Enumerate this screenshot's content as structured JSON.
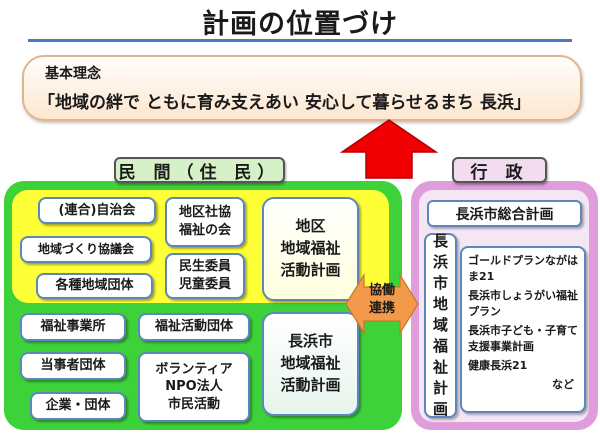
{
  "title": "計画の位置づけ",
  "vision": {
    "label": "基本理念",
    "text": "「地域の絆で ともに育み支えあい 安心して暮らせるまち 長浜」"
  },
  "sections": {
    "private": "民 間（住 民）",
    "admin": "行 政"
  },
  "private_orgs": {
    "jichikai": "(連合)自治会",
    "chiku_line1": "地区社協",
    "chiku_line2": "福祉の会",
    "chiikizukuri": "地域づくり協議会",
    "kakushu": "各種地域団体",
    "minsei_line1": "民生委員",
    "minsei_line2": "児童委員",
    "fukushi_jigyo": "福祉事業所",
    "fukushi_katsudo": "福祉活動団体",
    "tojisha": "当事者団体",
    "volunteer_line1": "ボランティア",
    "volunteer_line2": "NPO法人",
    "volunteer_line3": "市民活動",
    "kigyo": "企業・団体"
  },
  "plans": {
    "local_line1": "地区",
    "local_line2": "地域福祉",
    "local_line3": "活動計画",
    "city_line1": "長浜市",
    "city_line2": "地域福祉",
    "city_line3": "活動計画"
  },
  "collaboration": {
    "line1": "協働",
    "line2": "連携"
  },
  "admin": {
    "master_plan": "長浜市総合計画",
    "vertical_plan": [
      "長",
      "浜",
      "市",
      "地",
      "域",
      "福",
      "祉",
      "計",
      "画"
    ],
    "related_plans": [
      "ゴールドプランながはま21",
      "長浜市しょうがい福祉プラン",
      "長浜市子ども・子育て支援事業計画",
      "健康長浜21"
    ],
    "etc": "など"
  },
  "colors": {
    "private_zone": "#3ed23a",
    "yellow_zone": "#ffff38",
    "admin_zone": "#e09ddc",
    "arrow": "#f00000",
    "collab_arrow": "#f39a4a",
    "border_blue": "#5b87bd"
  }
}
